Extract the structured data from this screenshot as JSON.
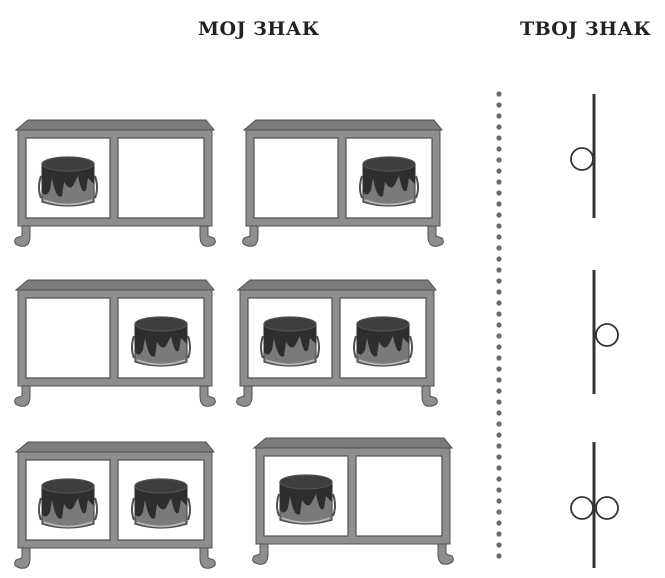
{
  "headings": {
    "mine": "МОЈ ЗНАК",
    "yours": "ТВОЈ ЗНАК"
  },
  "colors": {
    "cabinet_fill": "#8e8e8e",
    "cabinet_top": "#7c7c7c",
    "cabinet_edge": "#505050",
    "panel": "#ffffff",
    "can_body": "#7a7a7a",
    "can_paint": "#2e2e2e",
    "sign_stroke": "#333333",
    "divider": "#6a6a6a"
  },
  "cabinets": [
    {
      "row": 1,
      "col": 1,
      "left_can": true,
      "right_can": false
    },
    {
      "row": 1,
      "col": 2,
      "left_can": false,
      "right_can": true
    },
    {
      "row": 2,
      "col": 1,
      "left_can": false,
      "right_can": true
    },
    {
      "row": 2,
      "col": 2,
      "left_can": true,
      "right_can": true
    },
    {
      "row": 3,
      "col": 1,
      "left_can": true,
      "right_can": true
    },
    {
      "row": 3,
      "col": 2,
      "left_can": true,
      "right_can": false
    }
  ],
  "signs": [
    {
      "row": 1,
      "circles": [
        "left"
      ]
    },
    {
      "row": 2,
      "circles": [
        "right"
      ]
    },
    {
      "row": 3,
      "circles": [
        "left",
        "right"
      ]
    }
  ]
}
